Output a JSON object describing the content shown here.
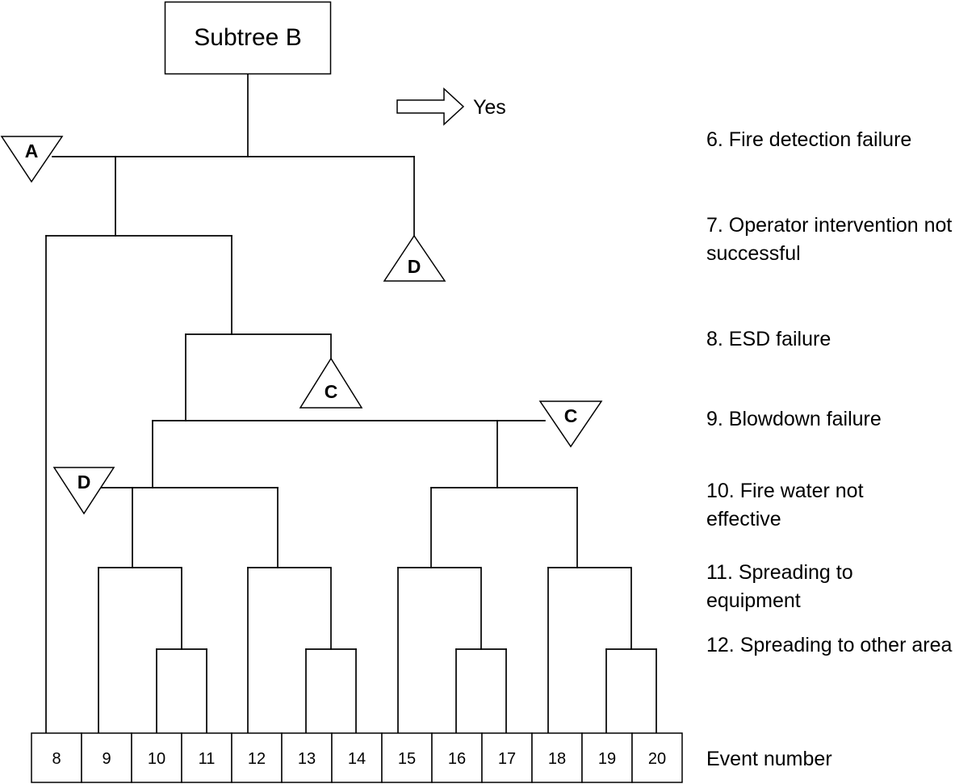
{
  "title": "Subtree B",
  "yes_legend": "Yes",
  "levels": [
    {
      "id": "fire-detection",
      "text": "6. Fire detection failure"
    },
    {
      "id": "operator-intervention",
      "text": "7. Operator intervention not successful"
    },
    {
      "id": "esd",
      "text": "8. ESD failure"
    },
    {
      "id": "blowdown",
      "text": "9. Blowdown failure"
    },
    {
      "id": "fire-water",
      "text": "10. Fire water not effective"
    },
    {
      "id": "spreading-equipment",
      "text": "11. Spreading to equipment"
    },
    {
      "id": "spreading-area",
      "text": "12. Spreading to other area"
    }
  ],
  "event_number_label": "Event number",
  "events": [
    "8",
    "9",
    "10",
    "11",
    "12",
    "13",
    "14",
    "15",
    "16",
    "17",
    "18",
    "19",
    "20"
  ],
  "connectors": [
    {
      "letter": "A",
      "direction": "transfer-in"
    },
    {
      "letter": "D",
      "direction": "transfer-out"
    },
    {
      "letter": "C",
      "direction": "transfer-out"
    },
    {
      "letter": "C",
      "direction": "transfer-in"
    },
    {
      "letter": "D",
      "direction": "transfer-in"
    }
  ]
}
